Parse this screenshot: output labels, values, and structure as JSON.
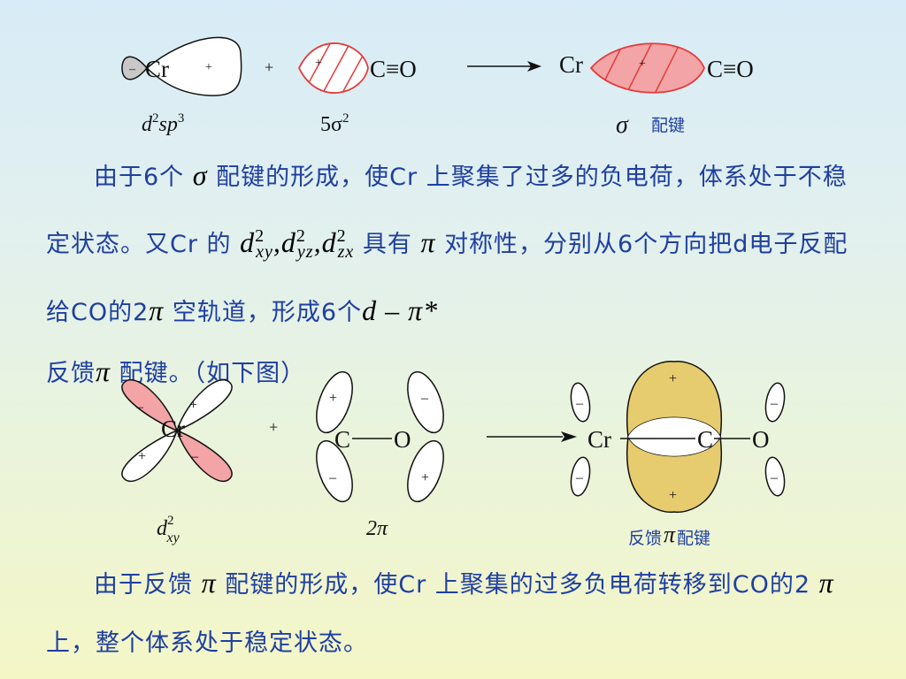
{
  "top": {
    "cr": "Cr",
    "co": "C≡O",
    "plus": "+",
    "minus": "–",
    "label_hybrid_base": "d",
    "label_hybrid_sup1": "2",
    "label_hybrid_mid": "sp",
    "label_hybrid_sup2": "3",
    "label_5sigma_base": "5σ",
    "label_5sigma_sup": "2",
    "label_sigma_symbol": "σ",
    "label_sigma_text": "配键"
  },
  "para1": {
    "t1": "由于6个",
    "sigma": "σ",
    "t2": "配键的形成，使Cr 上聚集了过多的负电荷，体系处于不稳定状态。又Cr 的",
    "d1": "d",
    "d1_sub": "xy",
    "d1_sup": "2",
    "comma1": ",",
    "d2": "d",
    "d2_sub": "yz",
    "d2_sup": "2",
    "comma2": ",",
    "d3": "d",
    "d3_sub": "zx",
    "d3_sup": "2",
    "t3": "具有",
    "pi": "π",
    "t4": "对称性，分别从6个方向把d电子反配给CO的2",
    "pi2": "π",
    "t5": "空轨道，形成6个",
    "dpi": "d – π*",
    "t6": "反馈",
    "pi3": "π",
    "t7": "配键。（如下图）"
  },
  "bottom": {
    "cr": "Cr",
    "c": "C",
    "o": "O",
    "bond": "—",
    "plus": "+",
    "minus": "–",
    "label_dxy_base": "d",
    "label_dxy_sup": "2",
    "label_dxy_sub": "xy",
    "label_2pi": "2π",
    "label_back_text1": "反馈",
    "label_back_pi": "π",
    "label_back_text2": "配键"
  },
  "para2": {
    "t1": "由于反馈",
    "pi": "π",
    "t2": "配键的形成，使Cr 上聚集的过多负电荷转移到CO的2",
    "pi2": "π",
    "t3": "上，整个体系处于稳定状态。"
  },
  "colors": {
    "red_fill": "#f3a4a6",
    "gold_fill": "#e6cc6e",
    "text_blue": "#1f3fa0",
    "red_line": "#e33b3b"
  }
}
